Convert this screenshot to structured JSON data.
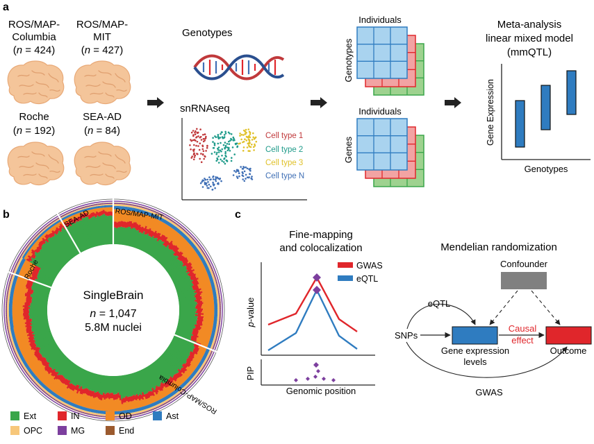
{
  "panel_labels": {
    "a": "a",
    "b": "b",
    "c": "c"
  },
  "panel_a": {
    "cohorts": [
      {
        "line1": "ROS/MAP-",
        "line2": "Columbia",
        "n_prefix": "n",
        "n_value": " = 424)"
      },
      {
        "line1": "ROS/MAP-",
        "line2": "MIT",
        "n_prefix": "n",
        "n_value": " = 427)"
      },
      {
        "line1": "Roche",
        "n_prefix": "n",
        "n_value": " = 192)"
      },
      {
        "line1": "SEA-AD",
        "n_prefix": "n",
        "n_value": " = 84)"
      }
    ],
    "genotypes_title": "Genotypes",
    "snrnaseq_title": "snRNAseq",
    "cell_types": [
      {
        "label": "Cell type 1",
        "color": "#c0393b"
      },
      {
        "label": "Cell type 2",
        "color": "#1f9b8a"
      },
      {
        "label": "Cell type 3",
        "color": "#e0c12a"
      },
      {
        "label": "Cell type N",
        "color": "#3f6fb5"
      }
    ],
    "stack_top": {
      "title": "Individuals",
      "side": "Genotypes"
    },
    "stack_bottom": {
      "title": "Individuals",
      "side": "Genes"
    },
    "model": {
      "title1": "Meta-analysis",
      "title2": "linear mixed model",
      "title3": "(mmQTL)",
      "ylabel": "Gene Expression",
      "xlabel": "Genotypes"
    }
  },
  "panel_b": {
    "center_title": "SingleBrain",
    "center_n_prefix": "n",
    "center_n_value": " = 1,047",
    "center_nuclei": "5.8M nuclei",
    "segments": [
      "ROS/MAP-MIT",
      "SEA-AD",
      "Roche",
      "ROS/MAP-Columbia"
    ],
    "legend": [
      {
        "label": "Ext",
        "color": "#3aa64a"
      },
      {
        "label": "IN",
        "color": "#e0262b"
      },
      {
        "label": "OD",
        "color": "#f28a24"
      },
      {
        "label": "Ast",
        "color": "#2f7cc0"
      },
      {
        "label": "OPC",
        "color": "#f7c77a"
      },
      {
        "label": "MG",
        "color": "#7c3f9e"
      },
      {
        "label": "End",
        "color": "#9b5a2e"
      }
    ]
  },
  "panel_c_fine": {
    "title1": "Fine-mapping",
    "title2": "and colocalization",
    "ylabel_italic": "p",
    "ylabel_rest": "-value",
    "legend": [
      {
        "label": "GWAS",
        "color": "#e0262b"
      },
      {
        "label": "eQTL",
        "color": "#2f7cc0"
      }
    ],
    "pip_label": "PIP",
    "xlabel": "Genomic position"
  },
  "panel_c_mr": {
    "title": "Mendelian randomization",
    "confounder": "Confounder",
    "eqtl": "eQTL",
    "snps": "SNPs",
    "causal1": "Causal",
    "causal2": "effect",
    "gene_expr1": "Gene expression",
    "gene_expr2": "levels",
    "outcome": "Outcome",
    "gwas": "GWAS",
    "colors": {
      "confounder": "#808080",
      "gene": "#2f7cc0",
      "outcome": "#e0262b",
      "causal_text": "#e0262b"
    }
  }
}
